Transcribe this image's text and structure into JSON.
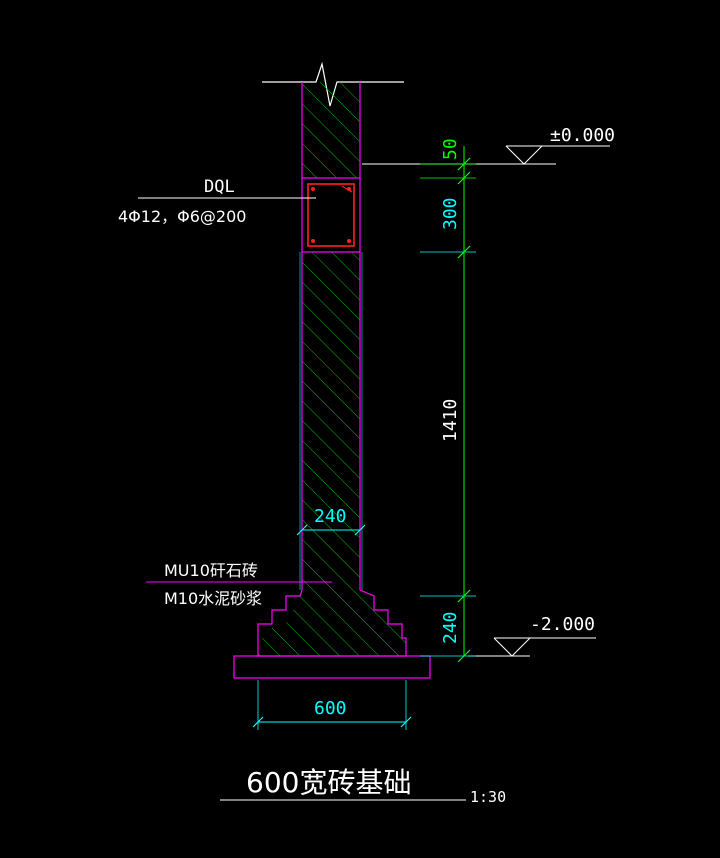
{
  "drawing": {
    "title": "600宽砖基础",
    "scale": "1:30",
    "elevation_top": "±0.000",
    "elevation_bottom": "-2.000",
    "beam_label": "DQL",
    "beam_rebar": "4Φ12，Φ6@200",
    "brick_spec": "MU10矸石砖",
    "mortar_spec": "M10水泥砂浆"
  },
  "dimensions": {
    "vertical": [
      "50",
      "300",
      "1410",
      "240"
    ],
    "wall_width": "240",
    "footing_width": "600"
  },
  "colors": {
    "background": "#000000",
    "outline": "#ff00ff",
    "hatch": "#00c000",
    "dimension": "#00ffff",
    "dimension_alt": "#00ff00",
    "rebar": "#ff2020",
    "text": "#ffffff"
  }
}
